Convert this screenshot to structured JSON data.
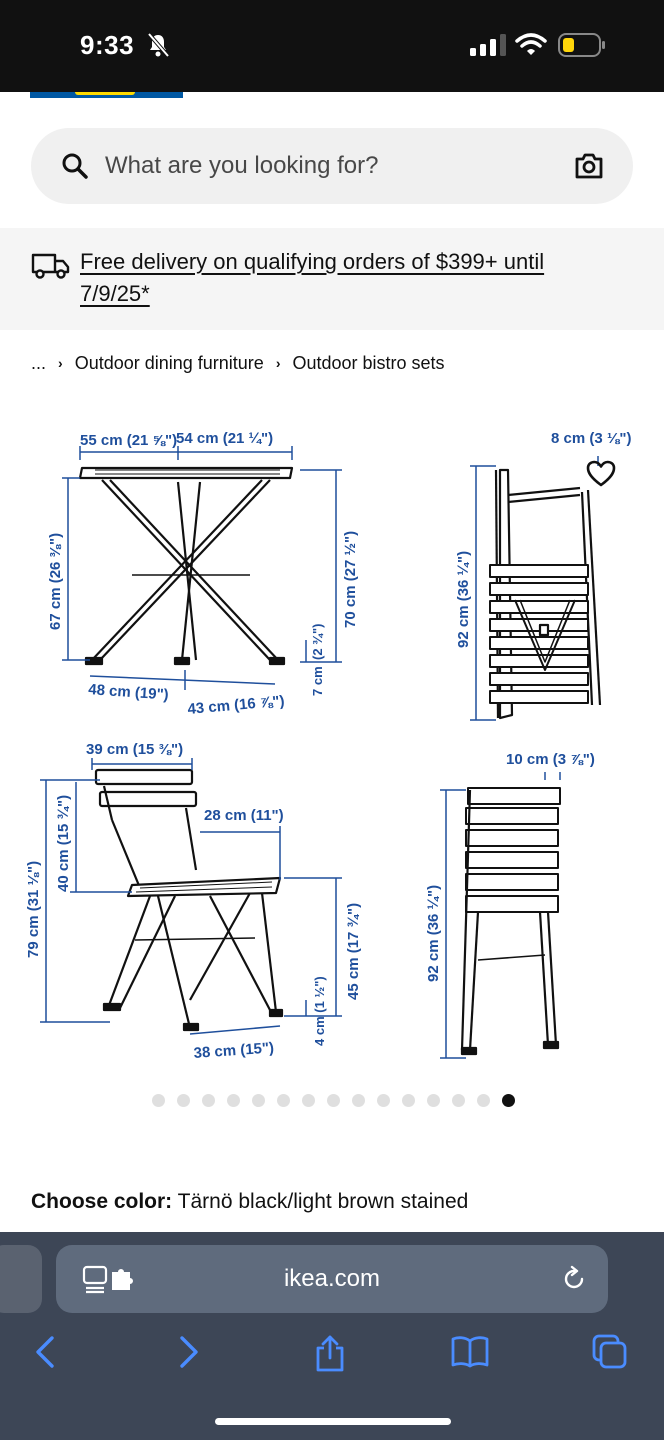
{
  "status": {
    "time": "9:33"
  },
  "search": {
    "placeholder": "What are you looking for?"
  },
  "promo": {
    "text": "Free delivery on qualifying orders of $399+ until 7/9/25*"
  },
  "breadcrumb": {
    "ellipsis": "...",
    "items": [
      "Outdoor dining furniture",
      "Outdoor bistro sets"
    ]
  },
  "dimensions": {
    "table_top_left": "55 cm (21 ⅝\")",
    "table_top_right": "54 cm (21 ¼\")",
    "table_height": "67 cm (26 ⅜\")",
    "table_total_height": "70 cm (27 ½\")",
    "table_foot_small": "(2 ¾\")",
    "table_foot_cm": "7 cm",
    "table_base_left": "48 cm (19\")",
    "table_base_right": "43 cm (16 ⅞\")",
    "folded_table_depth": "8 cm (3 ⅛\")",
    "folded_table_height": "92 cm (36 ¼\")",
    "chair_width": "39 cm (15 ⅜\")",
    "chair_back": "40 cm (15 ¾\")",
    "chair_seat_depth": "28 cm (11\")",
    "chair_total_height": "79 cm (31 ⅛\")",
    "chair_seat_height": "45 cm (17 ¾\")",
    "chair_foot": "4 cm (1 ½\")",
    "chair_base": "38 cm (15\")",
    "folded_chair_depth": "10 cm (3 ⅞\")",
    "folded_chair_height": "92 cm (36 ¼\")"
  },
  "carousel": {
    "count": 15,
    "active_index": 14
  },
  "product": {
    "choose_label": "Choose color:",
    "color": "Tärnö black/light brown stained"
  },
  "browser": {
    "url": "ikea.com"
  },
  "colors": {
    "dimension_blue": "#1f4f9c",
    "safari_bg": "#3d4656",
    "ikea_blue": "#0058a3",
    "icon_blue": "#4a8cff"
  }
}
